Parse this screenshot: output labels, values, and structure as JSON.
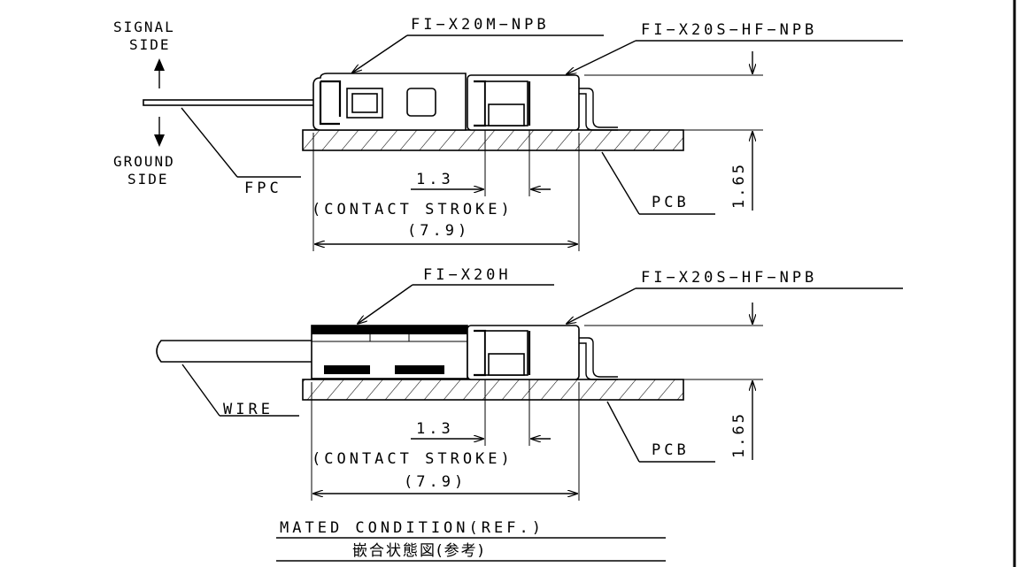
{
  "top": {
    "signal_side_1": "SIGNAL",
    "signal_side_2": "SIDE",
    "ground_side_1": "GROUND",
    "ground_side_2": "SIDE",
    "plug_label": "FI−X20M−NPB",
    "receptacle_label": "FI−X20S−HF−NPB",
    "fpc_label": "FPC",
    "pcb_label": "PCB",
    "stroke_value": "1.3",
    "stroke_caption": "(CONTACT STROKE)",
    "length_value": "(7.9)",
    "height_value": "1.65"
  },
  "bottom": {
    "plug_label": "FI−X20H",
    "receptacle_label": "FI−X20S−HF−NPB",
    "wire_label": "WIRE",
    "pcb_label": "PCB",
    "stroke_value": "1.3",
    "stroke_caption": "(CONTACT STROKE)",
    "length_value": "(7.9)",
    "height_value": "1.65"
  },
  "caption": {
    "title": "MATED CONDITION(REF.)",
    "subtitle": "嵌合状態図(参考)"
  }
}
